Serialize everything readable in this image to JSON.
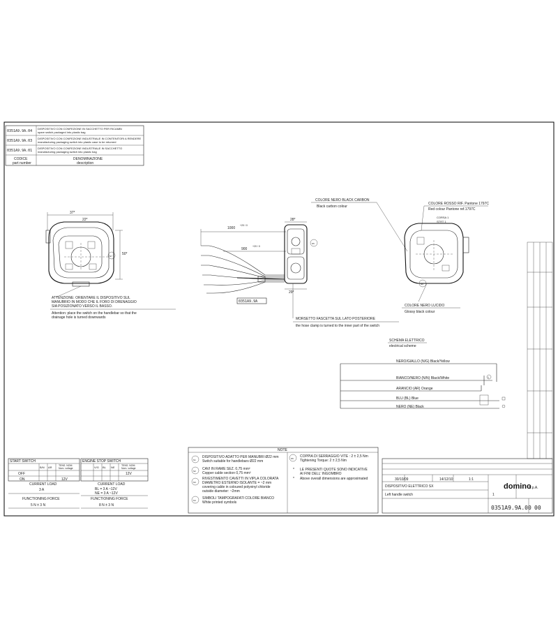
{
  "parts_table": {
    "rows": [
      {
        "code": "0351A9.9A.04",
        "desc_it": "DISPOSITIVO CON CONFEZIONE IN SACCHETTO PER RICAMBI",
        "desc_en": "spare switch packaged into plastic bag"
      },
      {
        "code": "0351A9.9A.03",
        "desc_it": "DISPOSITIVO CON CONFEZIONE INDUSTRIALE IN CONTENITORI A RENDERE",
        "desc_en": "manufacturing packaging switch into plastic case to be returned"
      },
      {
        "code": "0351A9.9A.01",
        "desc_it": "DISPOSITIVO CON CONFEZIONE INDUSTRIALE IN SACCHETTO",
        "desc_en": "manufacturing packaging switch into plastic bag"
      }
    ],
    "header_code_it": "CODICE",
    "header_code_en": "part number",
    "header_desc_it": "DENOMINAZIONE",
    "header_desc_en": "description"
  },
  "front_view": {
    "dim_width": "37*",
    "dim_inner": "22*",
    "dim_height": "50*",
    "note_it_1": "ATTENZIONE: ORIENTARE IL DISPOSITIVO SUL",
    "note_it_2": "MANUBRIO IN MODO CHE IL FORO DI DRENAGGIO",
    "note_it_3": "SIA POSIZIONATO VERSO IL BASSO.",
    "note_en_1": "Attention: place the switch on the handlebar so that the",
    "note_en_2": "drainage hole is turned downwards"
  },
  "side_view": {
    "dim_cable": "1000",
    "dim_cable_tol": "+20 / 0",
    "dim_strip": "900",
    "dim_strip_tol": "+20 / 0",
    "dim_top": "28*",
    "dim_bottom": "29*",
    "cable_label": "0351A9.9A",
    "clamp_it": "MORSETTO FASCETTA SUL LATO POSTERIORE",
    "clamp_en": "the hose clamp is turned to the inner part of the switch"
  },
  "rear_view": {
    "black_it": "COLORE NERO BLACK CARBON",
    "black_en": "Black carbon colour",
    "red_it": "COLORE ROSSO RIF. Pantone 1797C",
    "red_en": "Red colour Pantone ref.1797C",
    "stroke1": "CORSA 1",
    "stroke1b": "STRT 1",
    "glossy_it": "COLORE NERO LUCIDO",
    "glossy_en": "Glossy black colour"
  },
  "wiring": {
    "title_it": "SCHEMA ELETTRICO",
    "title_en": "electrical scheme",
    "wires": [
      {
        "label": "NERO/GIALLO (N/G) Black/Yellow"
      },
      {
        "label": "BIANCO/NERO (N/N) Black/White"
      },
      {
        "label": "ARANCIO (AR) Orange"
      },
      {
        "label": "BLU (BL) Blue"
      },
      {
        "label": "NERO (NE) Black"
      }
    ]
  },
  "start_switch": {
    "title": "START SWITCH",
    "col1": "B/N",
    "col2": "AR",
    "col3": "TENS. NOM.",
    "col3b": "Nom. voltage",
    "row_off": "OFF",
    "row_on": "ON",
    "voltage": "12V",
    "load_it": "CURRENT LOAD",
    "load_val": "3 A",
    "force_it": "FUNCTIONING FORCE",
    "force_val": "5 N ± 3 N"
  },
  "engine_stop": {
    "title": "ENGINE STOP SWITCH",
    "col1": "V/G",
    "col2": "BL",
    "col3": "NE",
    "col4": "TENS. NOM.",
    "col4b": "Nom. voltage",
    "voltage": "12V",
    "load_it": "CURRENT LOAD",
    "load_1": "BL   =   3 A  ~12V",
    "load_2": "NE   =   3 A  ~12V",
    "force_it": "FUNCTIONING FORCE",
    "force_val": "8 N ± 3 N"
  },
  "notes": {
    "title": "NOTE",
    "n1_it": "DISPOSITIVO ADATTO PER MANUBRI Ø22 mm",
    "n1_en": "Switch suitable for handlebars Ø22 mm",
    "n2_it": "CAVI IN RAME SEZ. 0,75 mm²",
    "n2_en": "Copper cable section 0,75 mm²",
    "n3_it": "RIVESTIMENTO CAVETTI IN VIPLA COLORATA",
    "n3_it2": "DIAMETRO ESTERNO ISOLANTE = ~2 mm",
    "n3_en": "covering cable in coloured polyvinyl chloride",
    "n3_en2": "outside diameter: ~2mm",
    "n4_it": "SIMBOLI TAMPOGRAFATI COLORE BIANCO",
    "n4_en": "White printed symbols",
    "n5_it": "COPPIA DI SERRAGGIO VITE : 2 ± 2,5 Nm",
    "n5_en": "Tightening Torque: 2 ± 2,5 Nm",
    "n6_it": "LE PRESENTI QUOTE SONO INDICATIVE",
    "n6_it2": "AI FINI DELL' INGOMBRO",
    "n7_en": "Above overall dimensions are approximated"
  },
  "title_block": {
    "company": "domino",
    "company_suffix": "S.p.A.",
    "desc_it": "DISPOSITIVO ELETTRICO SX",
    "desc_en": "Left handle switch",
    "drawing_no": "0351A9.9A.00",
    "rev": "00",
    "date1": "30/10/09",
    "date2": "14/12/10",
    "scale": "1:1",
    "sheet": "1"
  }
}
